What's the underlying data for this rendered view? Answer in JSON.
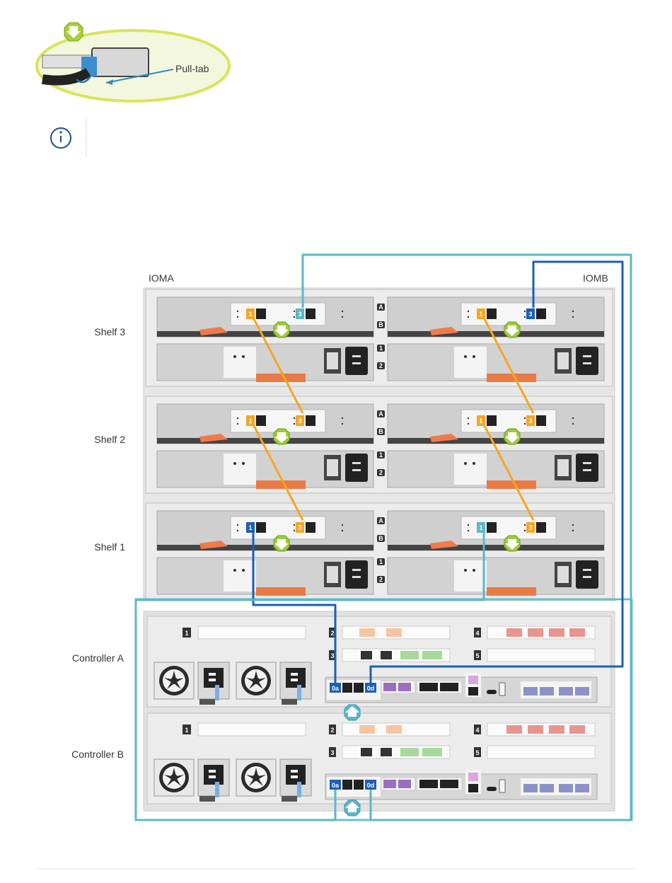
{
  "callout": {
    "pull_tab_label": "Pull-tab"
  },
  "note": {
    "icon": "info-circle-icon",
    "text": ""
  },
  "diagram": {
    "iom_a_label": "IOMA",
    "iom_b_label": "IOMB",
    "shelves": [
      {
        "label": "Shelf 3"
      },
      {
        "label": "Shelf 2"
      },
      {
        "label": "Shelf 1"
      }
    ],
    "controllers": [
      {
        "label": "Controller A"
      },
      {
        "label": "Controller B"
      }
    ],
    "ports": {
      "p1": "1",
      "p3": "3",
      "p0a": "0a",
      "p0d": "0d"
    },
    "slots": {
      "s1": "1",
      "s2": "2",
      "s3": "3",
      "s4": "4",
      "s5": "5"
    },
    "iom_letters": {
      "a": "A",
      "b": "B",
      "psu1": "1",
      "psu2": "2"
    },
    "colors": {
      "orange_cable": "#f5a623",
      "blue_cable": "#1a5fb4",
      "teal_cable": "#5bb8c7",
      "green_arrow": "#9ccc3c",
      "controller_border": "#6bbfcf"
    }
  }
}
